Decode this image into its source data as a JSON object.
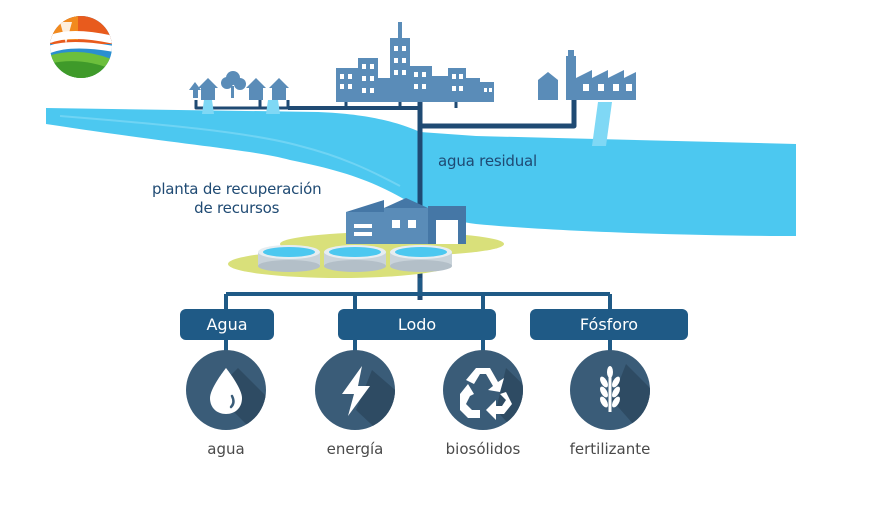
{
  "labels": {
    "plant_line1": "planta de recuperación",
    "plant_line2": "de recursos",
    "wastewater": "agua residual"
  },
  "categories": [
    {
      "id": "agua",
      "label": "Agua"
    },
    {
      "id": "lodo",
      "label": "Lodo"
    },
    {
      "id": "fosforo",
      "label": "Fósforo"
    }
  ],
  "outputs": [
    {
      "id": "agua",
      "label": "agua",
      "icon": "water-drop-icon"
    },
    {
      "id": "energia",
      "label": "energía",
      "icon": "lightning-bolt-icon"
    },
    {
      "id": "biosolidos",
      "label": "biosólidos",
      "icon": "recycle-icon"
    },
    {
      "id": "fertilizante",
      "label": "fertilizante",
      "icon": "wheat-icon"
    }
  ],
  "colors": {
    "river": "#4cc8f0",
    "navy": "#1f5a86",
    "pipe": "#1f4a73",
    "buildings": "#5a8cb8",
    "circle": "#3a5c78",
    "ground": "#d9e07a",
    "tank_water": "#4cc8f0"
  }
}
